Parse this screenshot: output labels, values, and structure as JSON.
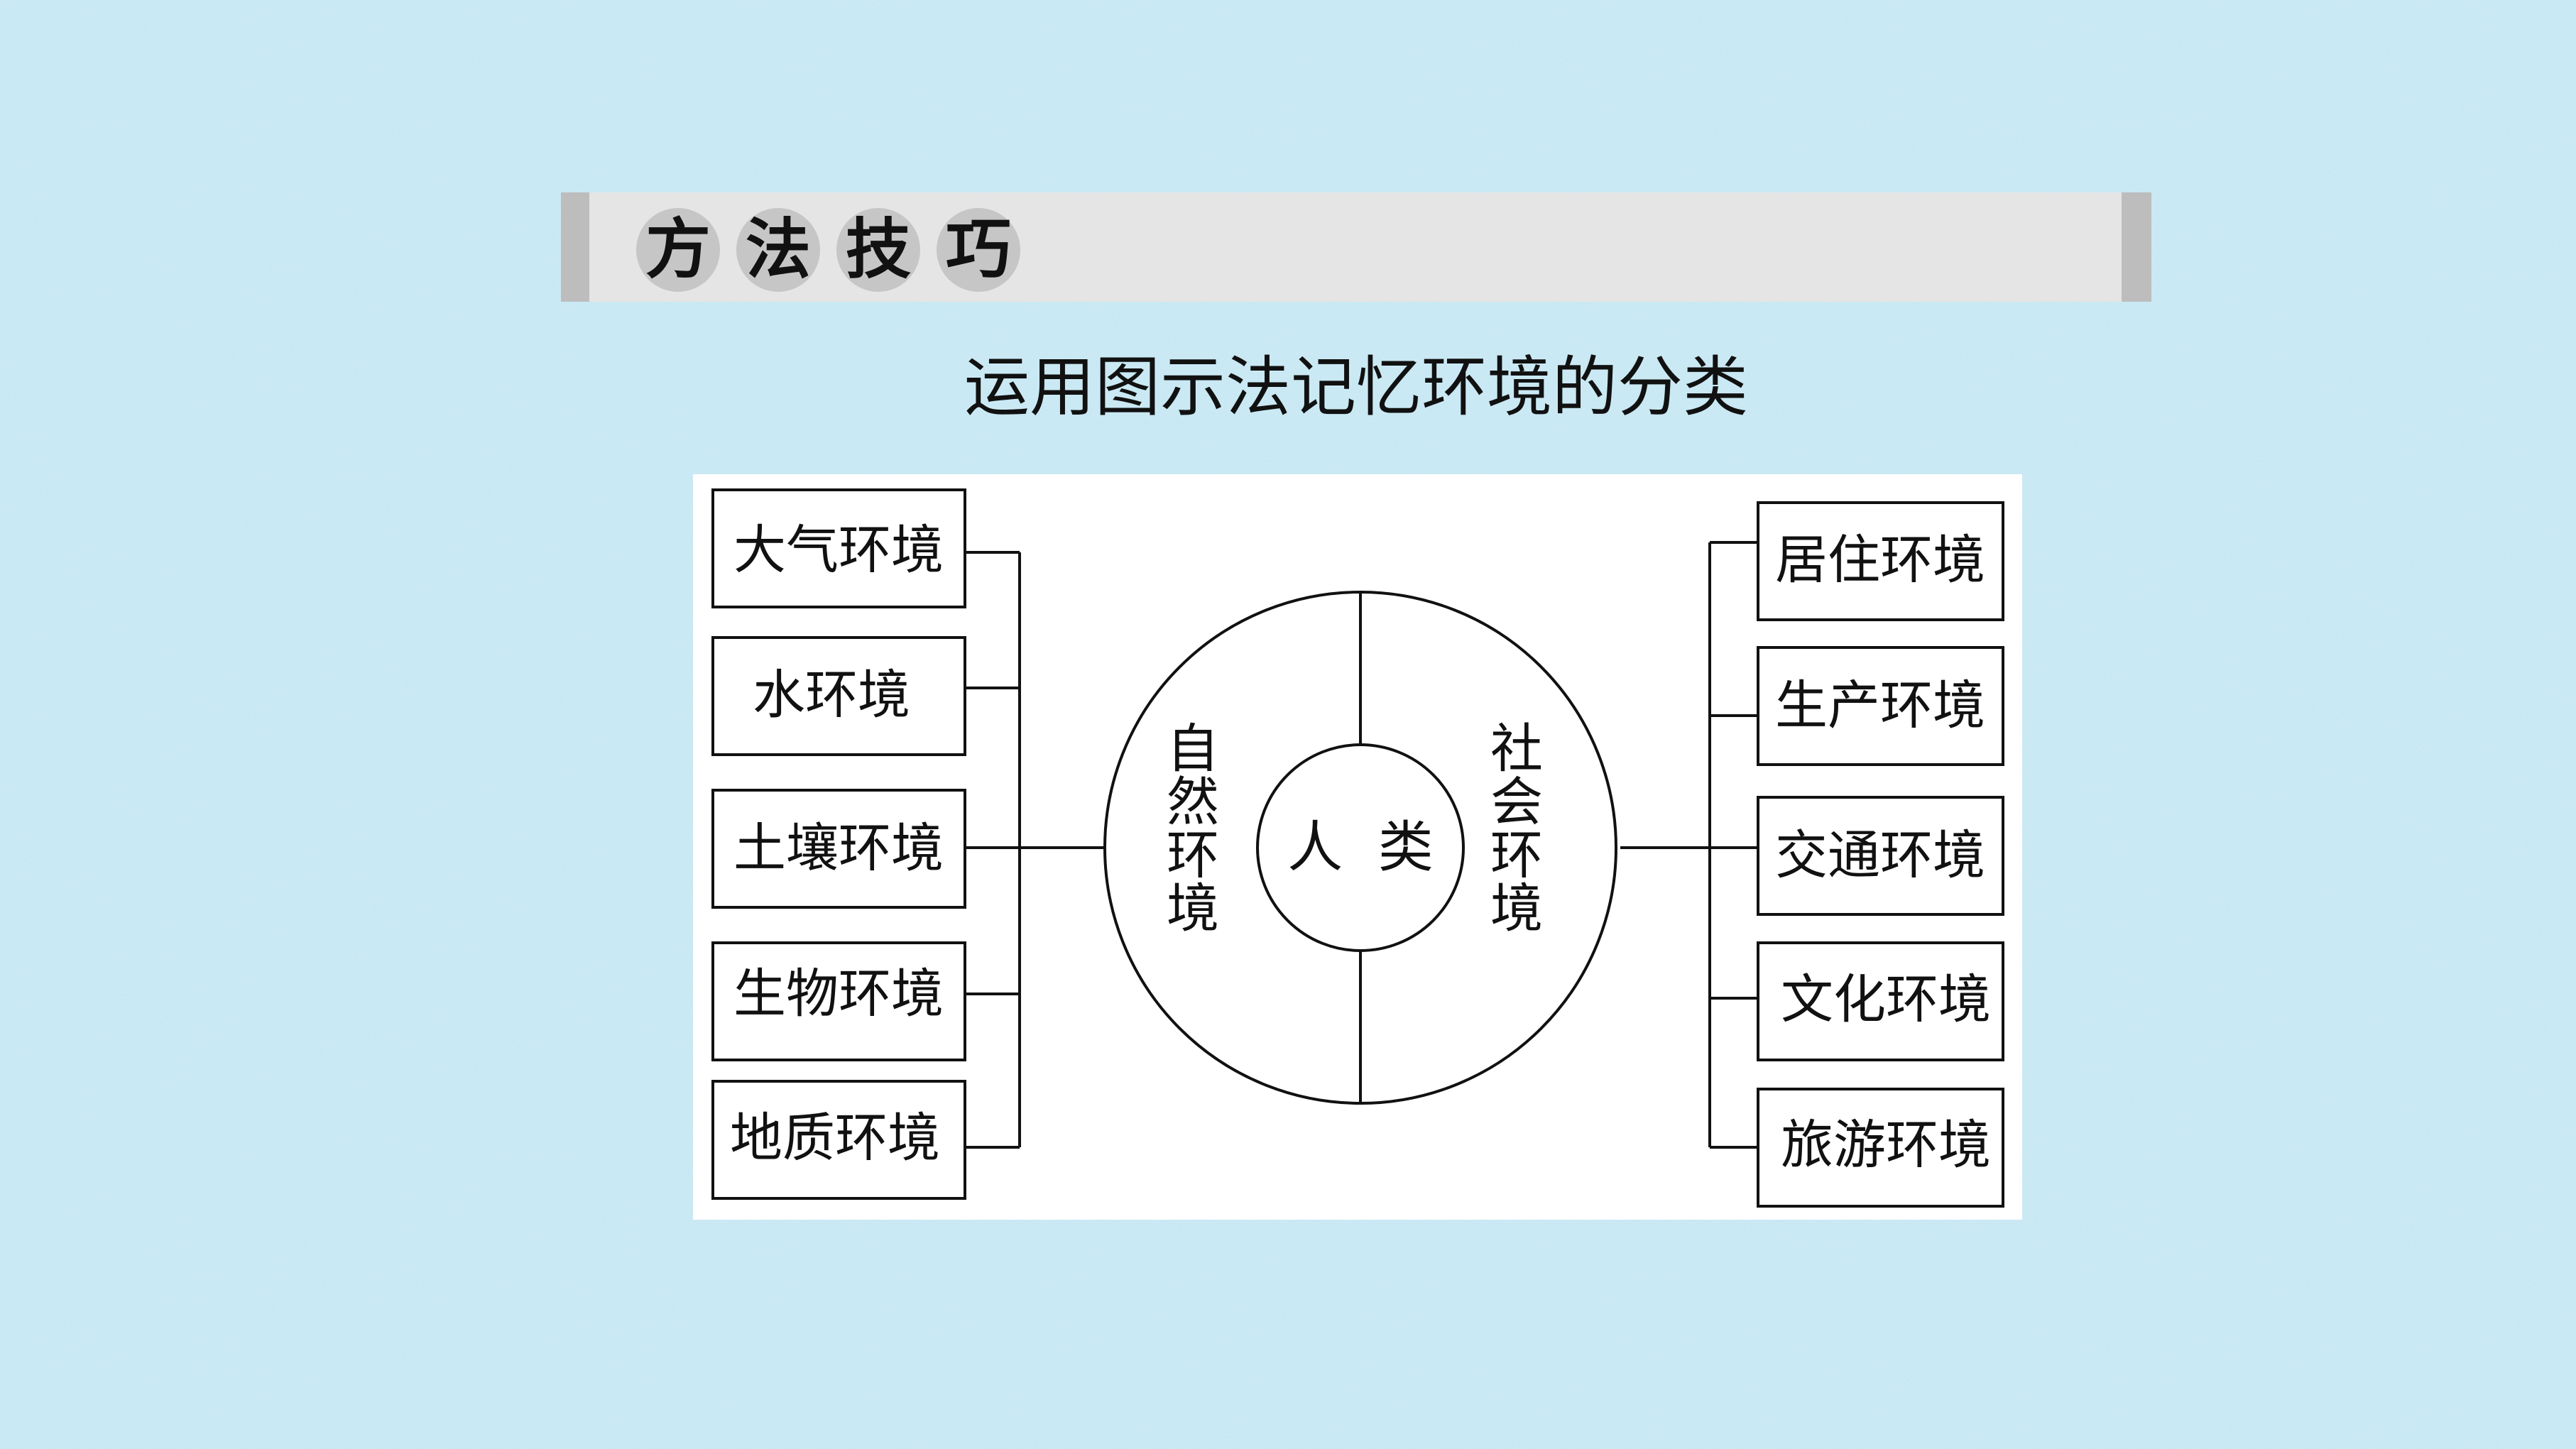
{
  "banner": {
    "title_chars": [
      "方",
      "法",
      "技",
      "巧"
    ]
  },
  "subtitle": "运用图示法记忆环境的分类",
  "diagram": {
    "center": {
      "label": "人  类"
    },
    "natural": {
      "label_chars": [
        "自",
        "然",
        "环",
        "境"
      ],
      "items": [
        "大气环境",
        "水环境",
        "土壤环境",
        "生物环境",
        "地质环境"
      ]
    },
    "social": {
      "label_chars": [
        "社",
        "会",
        "环",
        "境"
      ],
      "items": [
        "居住环境",
        "生产环境",
        "交通环境",
        "文化环境",
        "旅游环境"
      ]
    }
  },
  "colors": {
    "background": "#c3e6f2",
    "banner": "#e5e5e5",
    "badge": "#c6c6c6",
    "panel": "#ffffff",
    "stroke": "#111111"
  }
}
